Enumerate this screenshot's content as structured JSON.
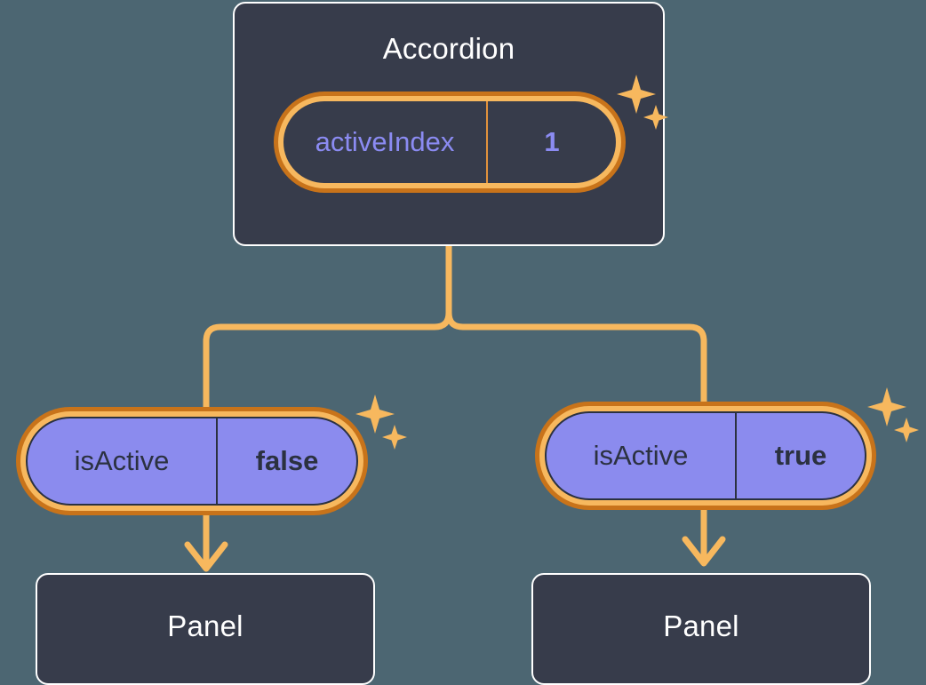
{
  "theme": {
    "background": "#4c6672",
    "card_fill": "#373c4b",
    "card_border": "#ffffff",
    "ring_outer": "#c8731a",
    "ring_inner": "#f7b85e",
    "wire": "#f7b85e",
    "value_purple": "#8b8bf2",
    "pill_fill": "#8b8bee",
    "pill_text": "#2b3140"
  },
  "diagram": {
    "type": "component-state-tree",
    "root": {
      "title": "Accordion",
      "state_pill": {
        "key": "activeIndex",
        "value": "1"
      },
      "sparkle_icon": "sparkles-icon"
    },
    "branches": [
      {
        "prop_pill": {
          "key": "isActive",
          "value": "false"
        },
        "child": {
          "title": "Panel"
        },
        "sparkle_icon": "sparkles-icon"
      },
      {
        "prop_pill": {
          "key": "isActive",
          "value": "true"
        },
        "child": {
          "title": "Panel"
        },
        "sparkle_icon": "sparkles-icon"
      }
    ]
  }
}
